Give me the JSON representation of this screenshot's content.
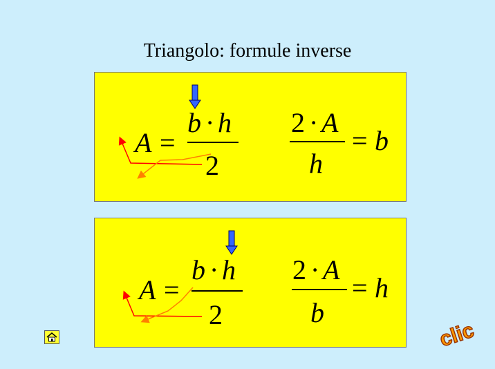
{
  "slide": {
    "title": "Triangolo: formule inverse"
  },
  "formula1": {
    "lhs_A": "A",
    "eq": "=",
    "num": "b·h",
    "num_b": "b",
    "num_dot": "·",
    "num_h": "h",
    "den": "2",
    "inv_num_2": "2",
    "inv_num_dot": "·",
    "inv_num_A": "A",
    "inv_den": "h",
    "inv_eq": "=",
    "inv_result": "b"
  },
  "formula2": {
    "lhs_A": "A",
    "eq": "=",
    "num_b": "b",
    "num_dot": "·",
    "num_h": "h",
    "den": "2",
    "inv_num_2": "2",
    "inv_num_dot": "·",
    "inv_num_A": "A",
    "inv_den": "b",
    "inv_eq": "=",
    "inv_result": "h"
  },
  "icons": {
    "home": "home-icon",
    "clic": "clic-icon"
  },
  "clic_label": "clic",
  "colors": {
    "background": "#cdeefc",
    "box": "#ffff00",
    "arrow_blue": "#3366ff",
    "arrow_red": "#ff0000",
    "arrow_orange": "#ff8000",
    "clic": "#ff9900"
  }
}
